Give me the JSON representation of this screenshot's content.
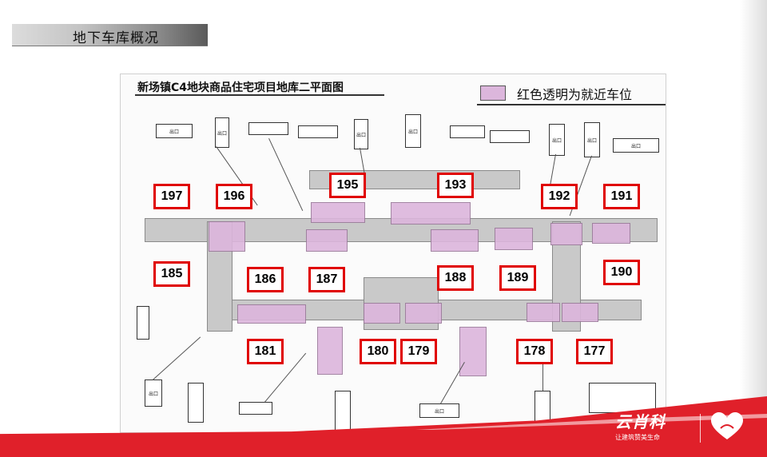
{
  "slide": {
    "title": "地下车库概况"
  },
  "floor_plan": {
    "title": "新场镇C4地块商品住宅项目地库二平面图",
    "legend": {
      "text": "红色透明为就近车位",
      "swatch_color": "#dcb6dc"
    },
    "spot_labels": [
      "197",
      "196",
      "195",
      "193",
      "192",
      "191",
      "185",
      "186",
      "187",
      "188",
      "189",
      "190",
      "181",
      "180",
      "179",
      "178",
      "177"
    ],
    "sign_text": "出口"
  },
  "brand": {
    "name": "云肖科",
    "slogan": "让建筑赞美生命"
  },
  "colors": {
    "label_border": "#e00000",
    "footer_red": "#e0202a",
    "zone_purple": "#dcb6dc",
    "corridor_gray": "#c9c9c9"
  }
}
